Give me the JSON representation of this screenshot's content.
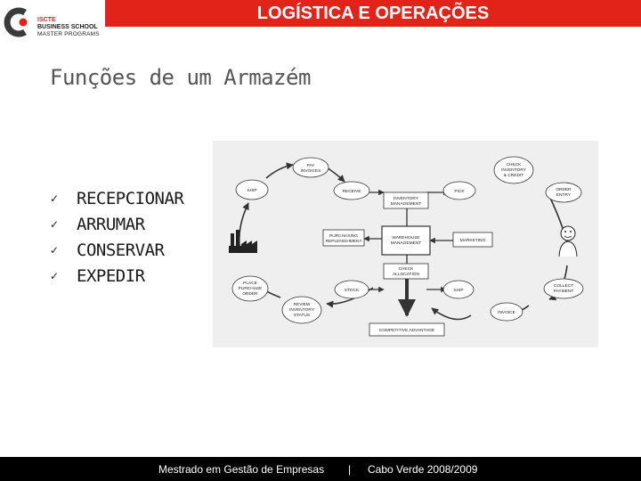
{
  "header": {
    "title": "LOGÍSTICA E OPERAÇÕES"
  },
  "logo": {
    "line1": "ISCTE",
    "line2": "BUSINESS SCHOOL",
    "line3": "MASTER PROGRAMS"
  },
  "slide": {
    "title": "Funções de um Armazém",
    "bullets": [
      {
        "check": "✓",
        "label": "RECEPCIONAR"
      },
      {
        "check": "✓",
        "label": "ARRUMAR"
      },
      {
        "check": "✓",
        "label": "CONSERVAR"
      },
      {
        "check": "✓",
        "label": "EXPEDIR"
      }
    ]
  },
  "diagram": {
    "nodes": {
      "pay_invoices": [
        "PAY",
        "INVOICES"
      ],
      "ship_left": [
        "SHIP"
      ],
      "receive": [
        "RECEIVE"
      ],
      "inventory_management": [
        "INVENTORY",
        "MANAGEMENT"
      ],
      "pick": [
        "PICK"
      ],
      "check_inventory": [
        "CHECK",
        "INVENTORY",
        "& CREDIT"
      ],
      "order_entry": [
        "ORDER",
        "ENTRY"
      ],
      "purchasing": [
        "PURCHASING",
        "REPLENISHMENT"
      ],
      "warehouse_management": [
        "WAREHOUSE",
        "MANAGEMENT"
      ],
      "marketing": [
        "MARKETING"
      ],
      "check_allocation": [
        "CHECK",
        "ALLOCATION"
      ],
      "place_purchase": [
        "PLACE",
        "PURCHASE",
        "ORDER"
      ],
      "stock": [
        "STOCK"
      ],
      "ship": [
        "SHIP"
      ],
      "collect": [
        "COLLECT",
        "PAYMENT"
      ],
      "review_inventory": [
        "REVIEW",
        "INVENTORY",
        "STATUS"
      ],
      "invoice": [
        "INVOICE"
      ],
      "competitive_advantage": [
        "COMPETITIVE ADVANTAGE"
      ]
    }
  },
  "footer": {
    "program": "Mestrado em Gestão de Empresas",
    "separator": "|",
    "edition": "Cabo Verde 2008/2009"
  }
}
